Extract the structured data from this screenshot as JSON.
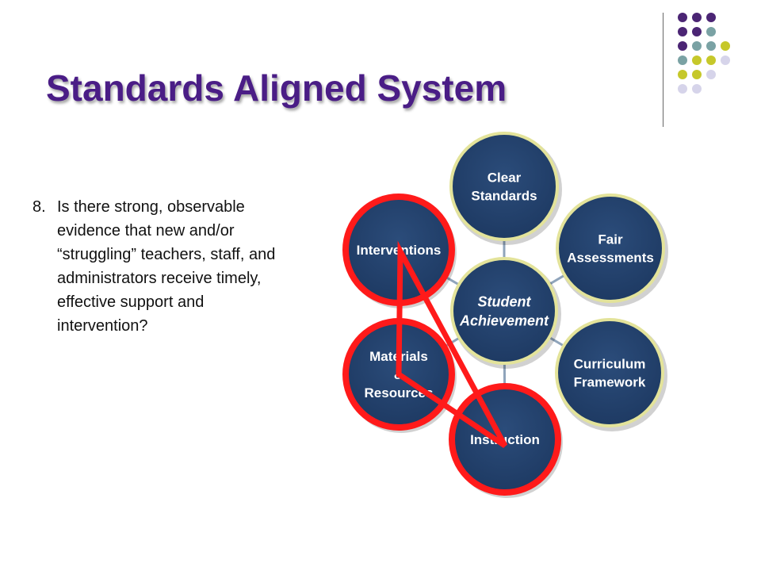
{
  "slide": {
    "title": "Standards Aligned System",
    "question_number": "8.",
    "question_text": "Is there strong, observable evidence that new and/or “struggling” teachers, staff, and administrators receive timely, effective support and intervention?"
  },
  "diagram": {
    "center": {
      "lines": [
        "Student",
        "Achievement"
      ]
    },
    "nodes": [
      {
        "name": "clear-standards",
        "lines": [
          "Clear",
          "Standards"
        ],
        "highlighted": false
      },
      {
        "name": "fair-assessments",
        "lines": [
          "Fair",
          "Assessments"
        ],
        "highlighted": false
      },
      {
        "name": "curriculum-framework",
        "lines": [
          "Curriculum",
          "Framework"
        ],
        "highlighted": false
      },
      {
        "name": "instruction",
        "lines": [
          "Instruction"
        ],
        "highlighted": true
      },
      {
        "name": "materials-resources",
        "lines": [
          "Materials",
          "&",
          "Resources"
        ],
        "highlighted": true
      },
      {
        "name": "interventions",
        "lines": [
          "Interventions"
        ],
        "highlighted": true
      }
    ],
    "triangle": [
      "interventions",
      "materials-resources",
      "instruction"
    ]
  },
  "colors": {
    "title": "#4a1d86",
    "node_fill": "#1e3a63",
    "node_ring": "#e3e39a",
    "connector": "#8fa4bb",
    "highlight": "#ff1a1a",
    "dot_purple": "#4b2574",
    "dot_teal": "#7aa2a4",
    "dot_olive": "#c6c82a",
    "dot_lavender": "#d6d4ea"
  },
  "decoration": {
    "dot_grid": [
      [
        "purple",
        "purple",
        "purple",
        null
      ],
      [
        "purple",
        "purple",
        "teal",
        null
      ],
      [
        "purple",
        "teal",
        "teal",
        "olive"
      ],
      [
        "teal",
        "olive",
        "olive",
        "lavender"
      ],
      [
        "olive",
        "olive",
        "lavender",
        null
      ],
      [
        "lavender",
        "lavender",
        null,
        null
      ]
    ]
  }
}
